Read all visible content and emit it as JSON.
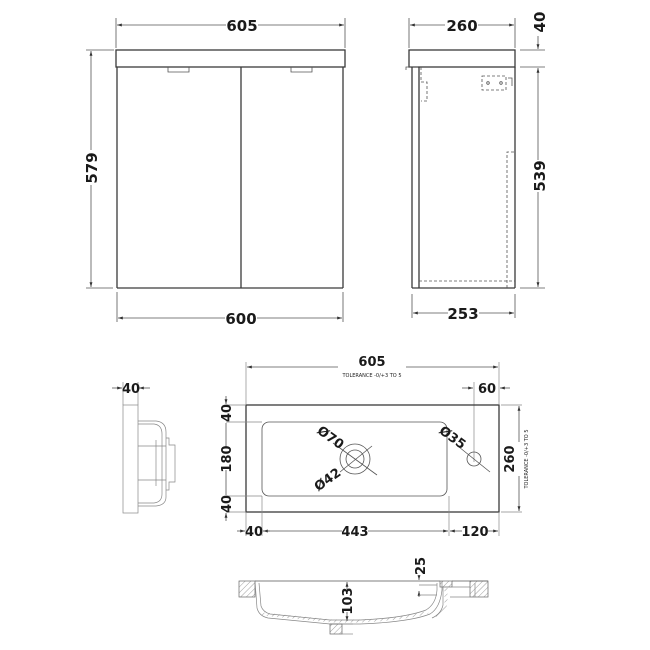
{
  "drawing": {
    "front_view": {
      "overall_width_top": "605",
      "overall_height": "579",
      "cabinet_width": "600",
      "doors": 2
    },
    "side_view": {
      "top_depth": "260",
      "top_thickness": "40",
      "cabinet_height": "539",
      "cabinet_depth": "253"
    },
    "basin_side_view": {
      "thickness": "40"
    },
    "basin_top_view": {
      "width": "605",
      "width_tolerance": "TOLERANCE -0/+3 TO 5",
      "depth": "260",
      "depth_tolerance": "TOLERANCE -0/+3 TO 5",
      "tap_offset": "60",
      "front_margin": "40",
      "bowl_depth": "180",
      "back_margin": "40",
      "left_margin": "40",
      "bowl_width": "443",
      "right_deck": "120",
      "waste_outer_diameter": "Ø70",
      "waste_inner_diameter": "Ø42",
      "tap_hole_diameter": "Ø35"
    },
    "basin_section_view": {
      "bowl_depth": "103",
      "deck_thickness": "25"
    }
  }
}
